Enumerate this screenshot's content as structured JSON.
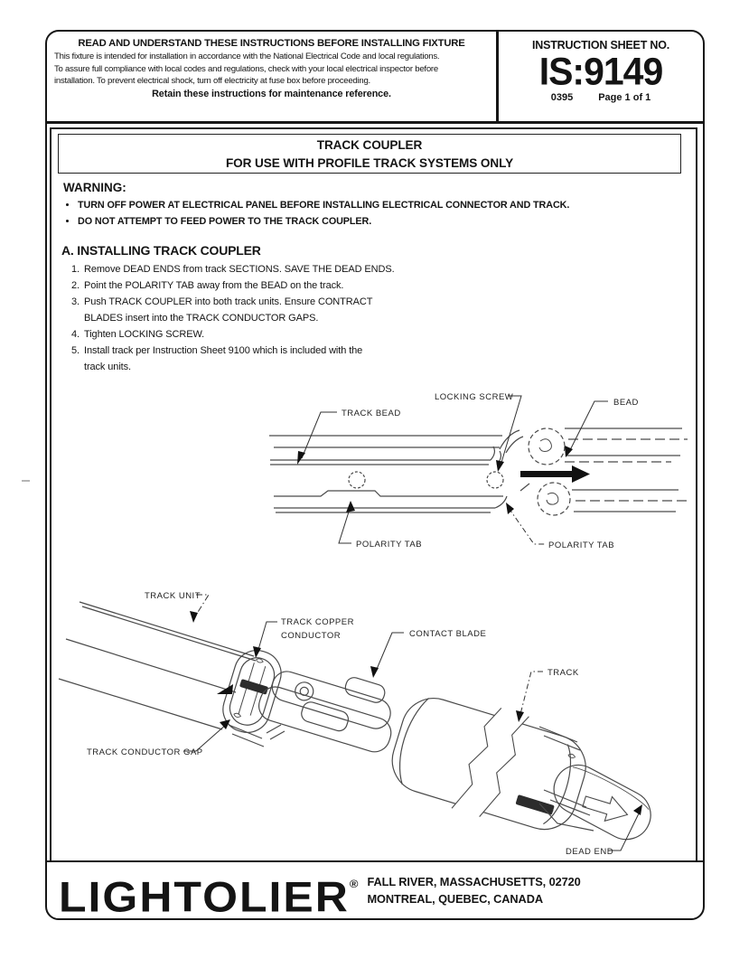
{
  "header": {
    "notice": {
      "title": "READ AND UNDERSTAND THESE INSTRUCTIONS BEFORE INSTALLING FIXTURE",
      "line1": "This fixture is intended for installation in accordance with the National Electrical Code and local regulations.",
      "line2": "To assure full compliance with local codes and regulations, check with your local electrical inspector before",
      "line3": "installation.  To prevent electrical shock, turn off  electricity at fuse box before proceeding.",
      "retain": "Retain these instructions for maintenance reference."
    },
    "sheet": {
      "label": "INSTRUCTION SHEET NO.",
      "number": "IS:9149",
      "code": "0395",
      "page": "Page 1 of 1"
    }
  },
  "title_box": {
    "line1": "TRACK COUPLER",
    "line2": "FOR USE WITH PROFILE TRACK SYSTEMS ONLY"
  },
  "warning": {
    "heading": "WARNING:",
    "bullets": [
      "TURN OFF POWER AT ELECTRICAL PANEL BEFORE INSTALLING ELECTRICAL CONNECTOR AND TRACK.",
      "DO NOT ATTEMPT TO FEED POWER TO THE TRACK COUPLER."
    ]
  },
  "section": {
    "heading": "A. INSTALLING TRACK COUPLER",
    "steps": [
      {
        "num": "1.",
        "lines": [
          "Remove DEAD ENDS from track SECTIONS. SAVE THE DEAD ENDS."
        ]
      },
      {
        "num": "2.",
        "lines": [
          "Point the POLARITY TAB away from the BEAD on the track."
        ]
      },
      {
        "num": "3.",
        "lines": [
          "Push TRACK COUPLER into both track units. Ensure CONTRACT",
          "BLADES insert into the TRACK CONDUCTOR GAPS."
        ]
      },
      {
        "num": "4.",
        "lines": [
          "Tighten LOCKING SCREW."
        ]
      },
      {
        "num": "5.",
        "lines": [
          "Install track per Instruction Sheet 9100 which is included with the",
          "track units."
        ]
      }
    ]
  },
  "diagram": {
    "labels": {
      "locking_screw": "LOCKING SCREW",
      "bead": "BEAD",
      "track_bead": "TRACK BEAD",
      "polarity_tab_left": "POLARITY TAB",
      "polarity_tab_right": "POLARITY TAB",
      "track_unit": "TRACK UNIT",
      "track_copper_1": "TRACK COPPER",
      "track_copper_2": "CONDUCTOR",
      "contact_blade": "CONTACT BLADE",
      "track": "TRACK",
      "track_conductor_gap": "TRACK CONDUCTOR GAP",
      "dead_end": "DEAD END"
    }
  },
  "footer": {
    "brand": "LIGHTOLIER",
    "reg": "®",
    "address1": "FALL RIVER, MASSACHUSETTS, 02720",
    "address2": "MONTREAL, QUEBEC, CANADA"
  },
  "colors": {
    "ink": "#141414",
    "line_art": "#4a4a4a"
  }
}
